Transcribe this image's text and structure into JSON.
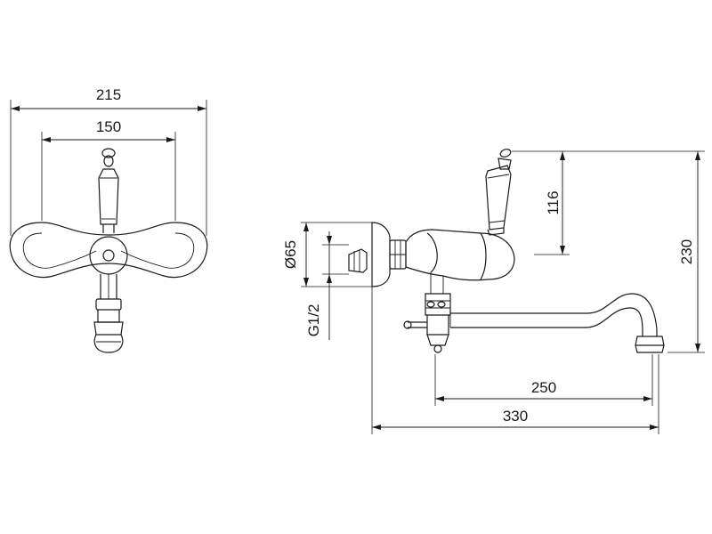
{
  "front_view": {
    "dim_overall_width": "215",
    "dim_centers": "150"
  },
  "side_view": {
    "dim_flange_diameter": "Ø65",
    "dim_thread": "G1/2",
    "dim_handle_height": "116",
    "dim_total_height": "230",
    "dim_spout_reach": "250",
    "dim_total_projection": "330"
  },
  "colors": {
    "ink": "#1a1a1a",
    "background": "#ffffff"
  }
}
